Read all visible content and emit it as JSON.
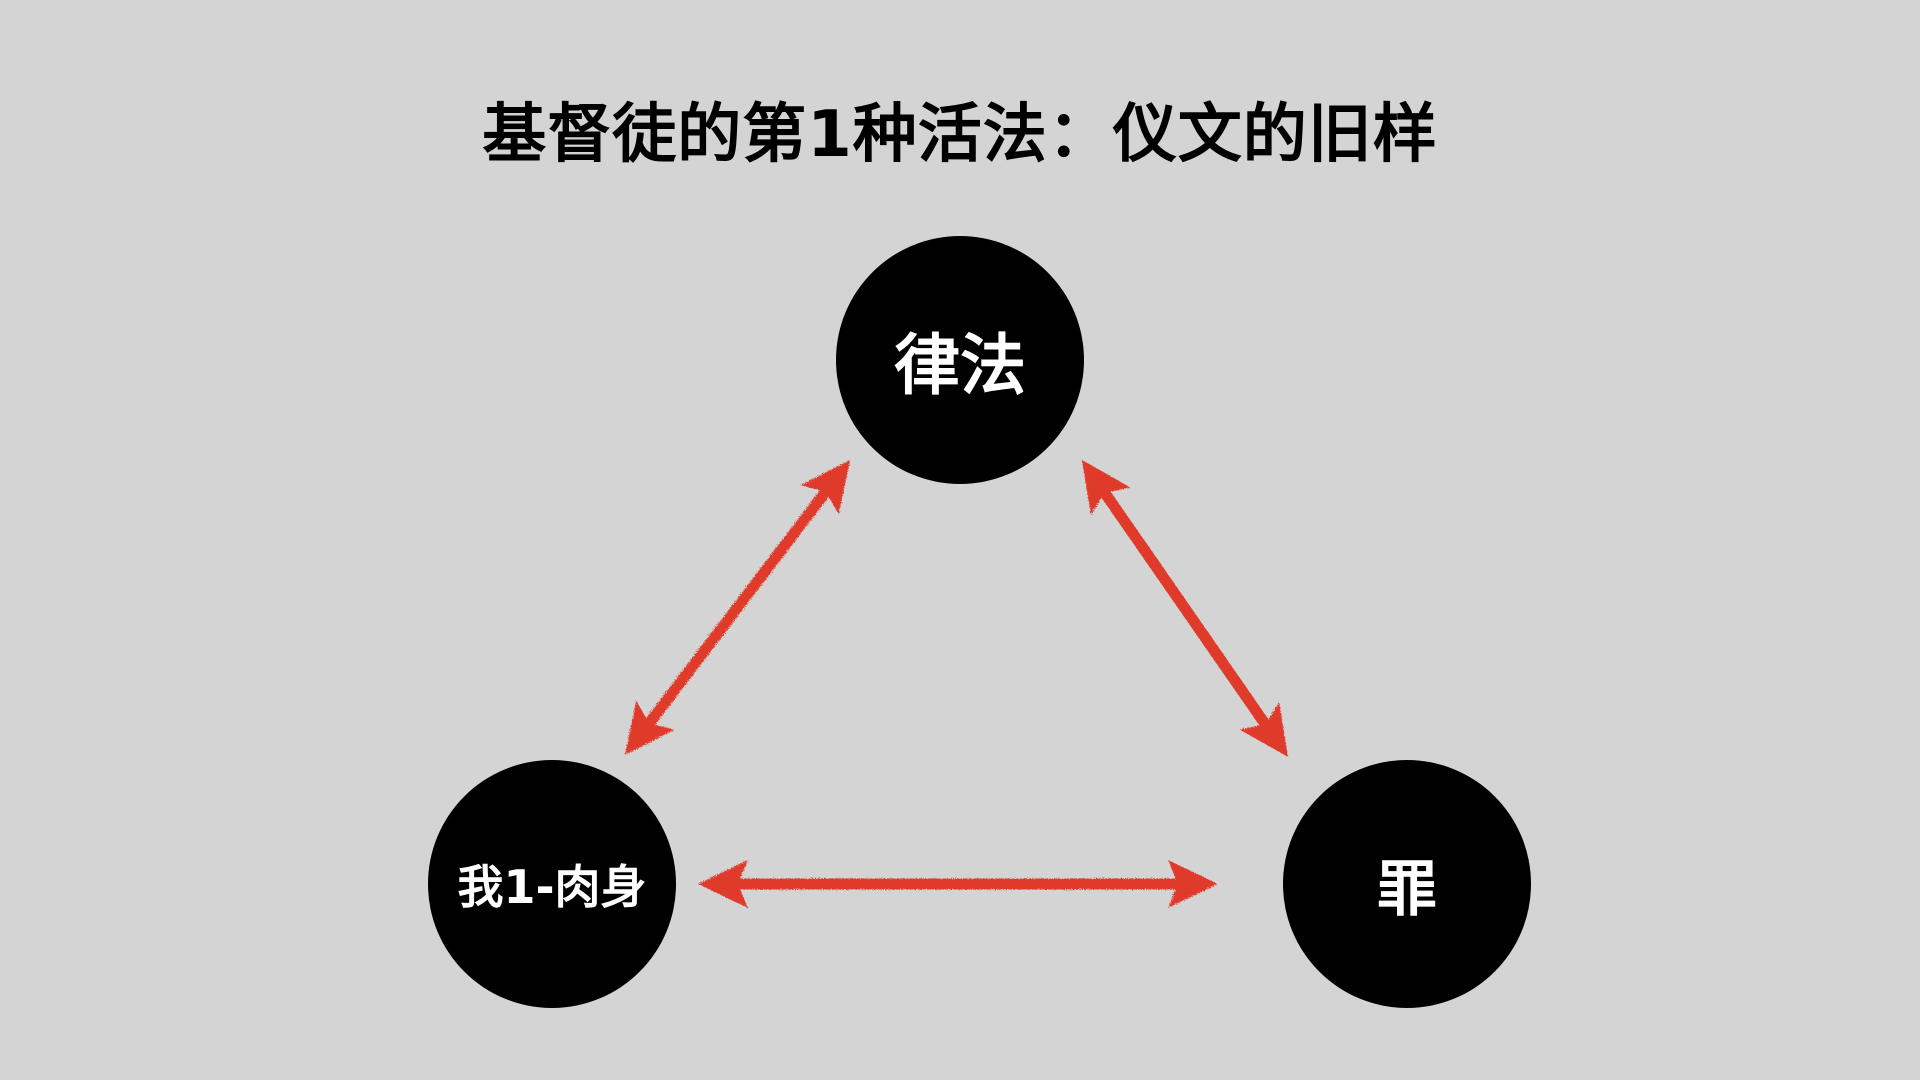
{
  "background_color": "#d4d4d4",
  "node_color": "#000000",
  "arrow_color": "#e03a2a",
  "title": "基督徒的第1种活法：仪文的旧样",
  "nodes": {
    "law": "律法",
    "self": "我1-肉身",
    "sin": "罪"
  },
  "arrows": [
    {
      "from": "self",
      "to": "law",
      "direction": "both"
    },
    {
      "from": "law",
      "to": "sin",
      "direction": "both"
    },
    {
      "from": "self",
      "to": "sin",
      "direction": "both"
    }
  ]
}
